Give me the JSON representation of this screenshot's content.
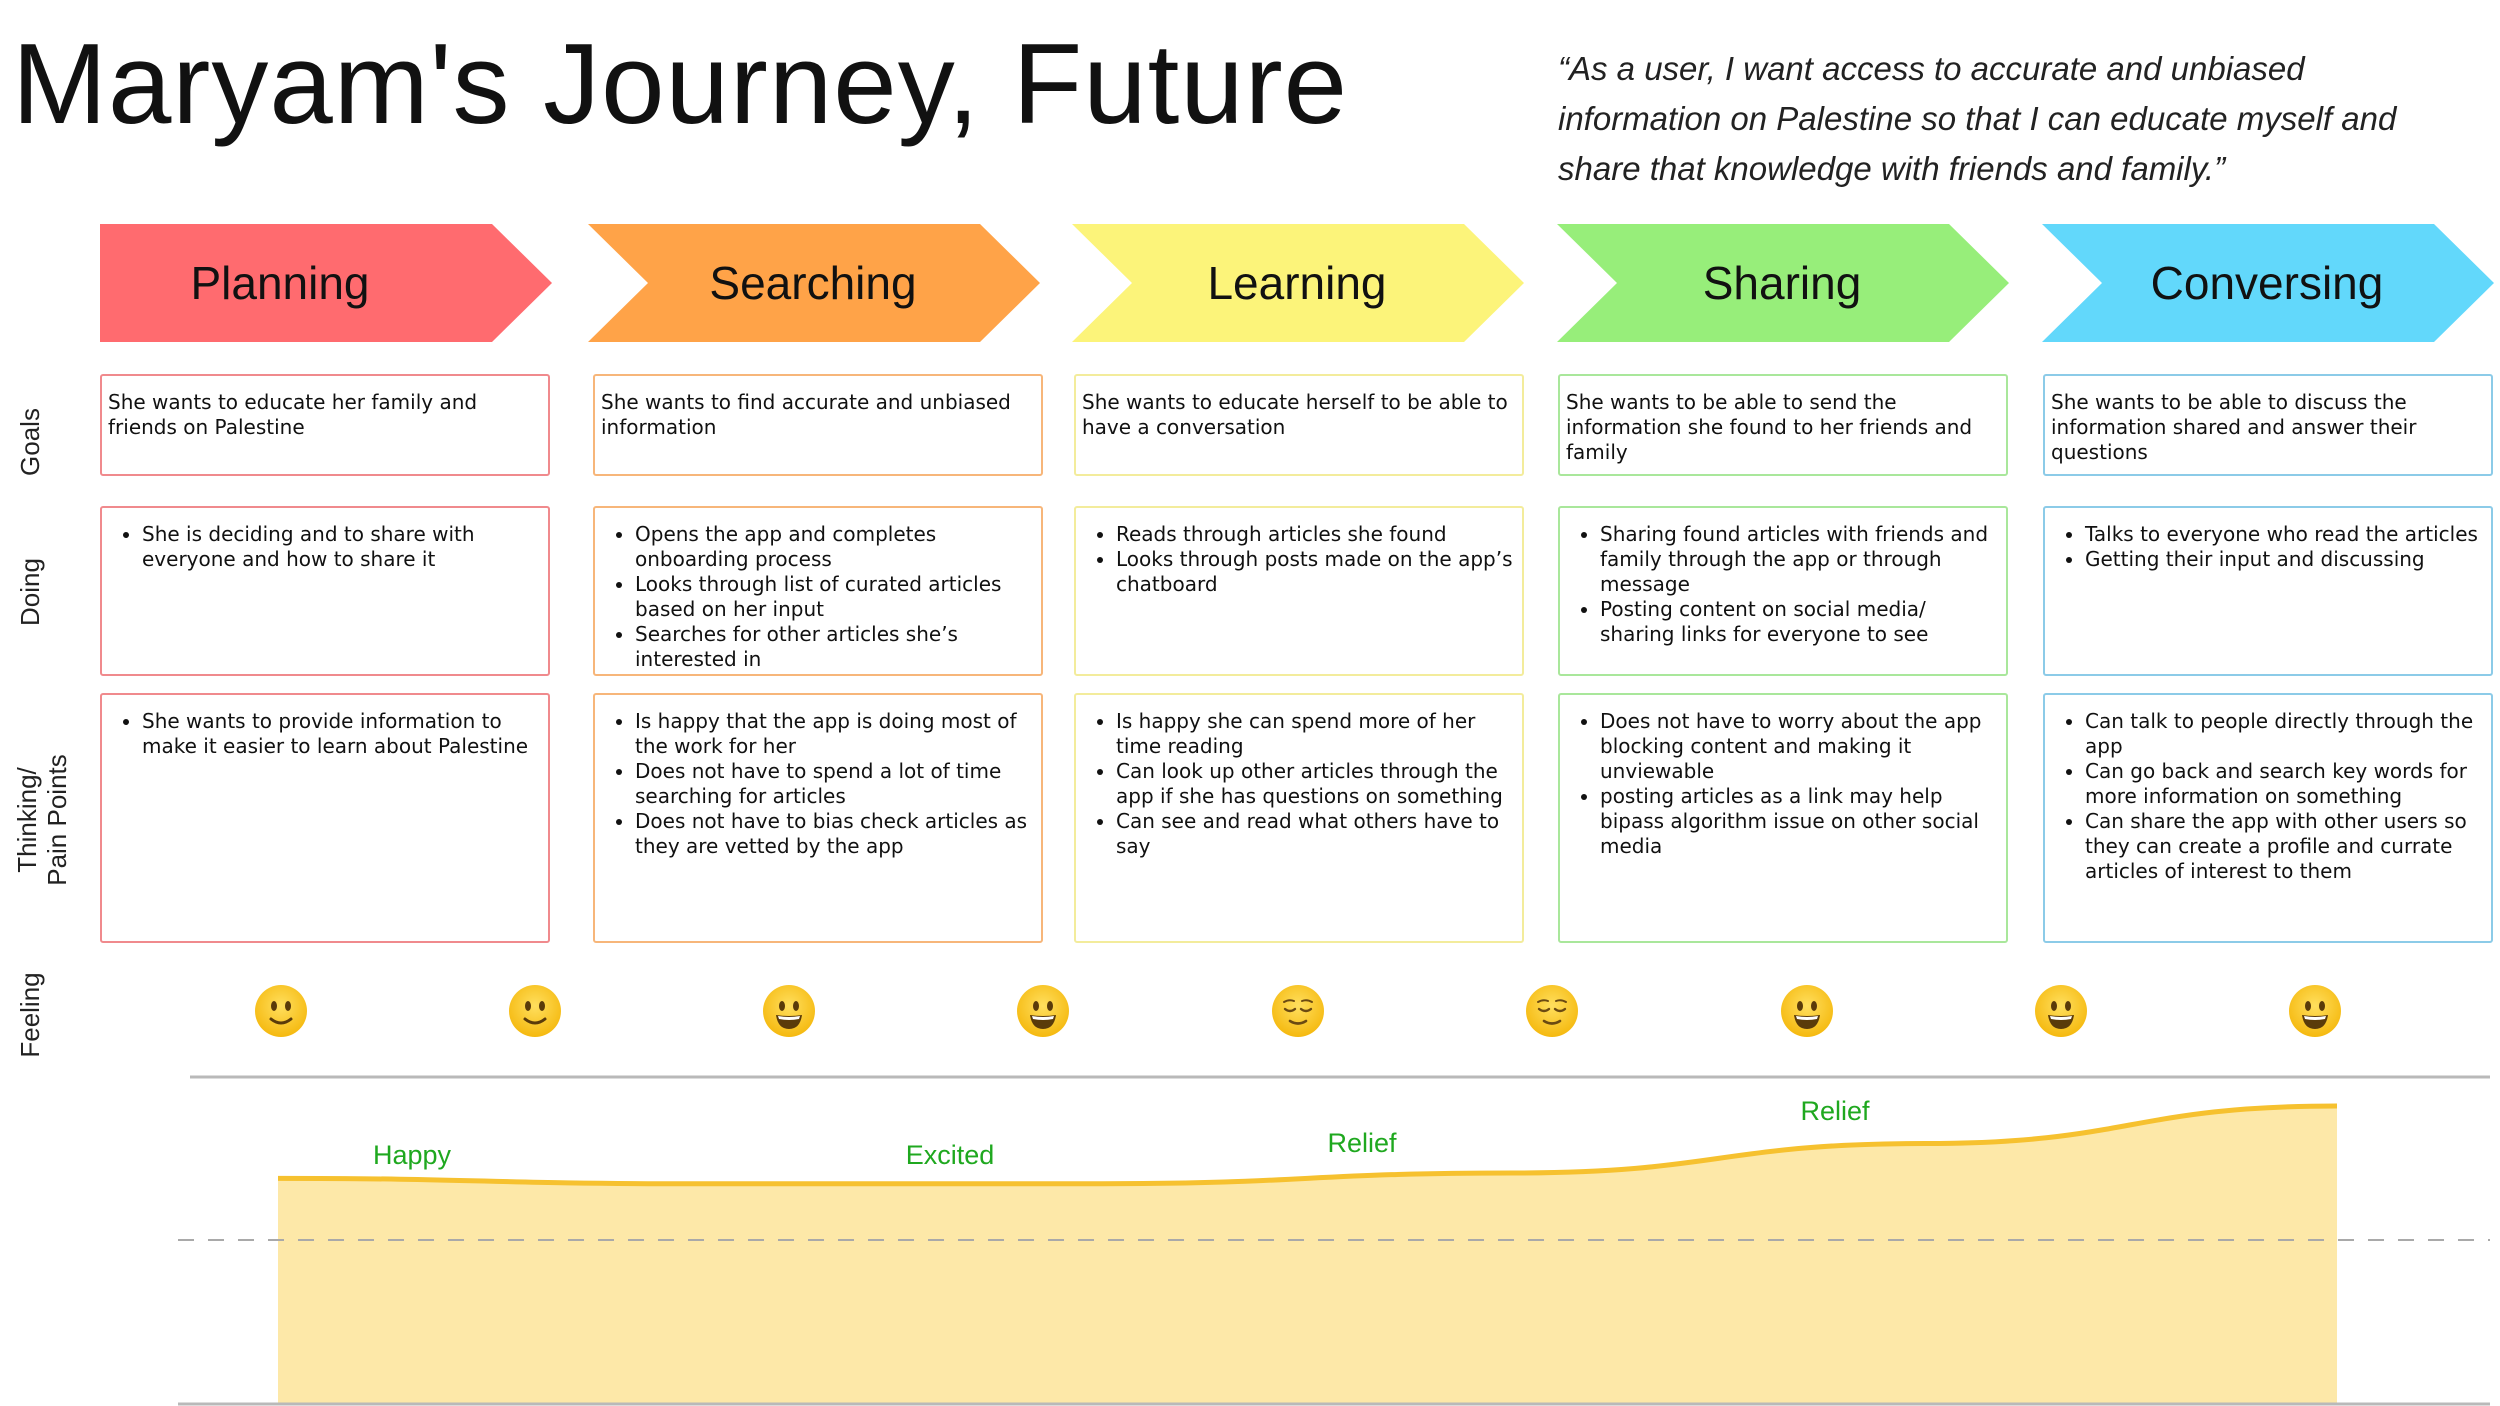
{
  "title": "Maryam's Journey, Future",
  "quote": "“As a user, I want access to accurate and unbiased information on Palestine so that I can educate myself and share that knowledge with friends and family.”",
  "row_labels": {
    "goals": "Goals",
    "doing": "Doing",
    "thinking_line1": "Thinking/",
    "thinking_line2": "Pain Points",
    "feeling": "Feeling"
  },
  "stages": [
    {
      "name": "Planning",
      "color": "#ff6b6f",
      "border": "#f08a8d",
      "goal": "She wants to educate her family and friends on Palestine",
      "doing": [
        "She is deciding and to share with everyone and how to share it"
      ],
      "thinking": [
        "She wants to provide information to make it easier to learn about Palestine"
      ]
    },
    {
      "name": "Searching",
      "color": "#ffa348",
      "border": "#f7b67a",
      "goal": "She wants to find accurate and unbiased information",
      "doing": [
        "Opens the app and completes onboarding process",
        "Looks through list of curated articles based on her input",
        "Searches for other articles she’s interested in"
      ],
      "thinking": [
        "Is happy that the app is doing most of the work for her",
        "Does not have to spend a lot of time searching for articles",
        "Does not have to bias check articles as they are vetted by the app"
      ]
    },
    {
      "name": "Learning",
      "color": "#fcf47a",
      "border": "#f3ec9c",
      "goal": "She wants to educate herself to be able to have a conversation",
      "doing": [
        "Reads through articles she found",
        "Looks through posts made on the app’s chatboard"
      ],
      "thinking": [
        "Is happy she can spend more of her time reading",
        "Can look up other articles through the app if she has questions on something",
        "Can see and read what others have to say"
      ]
    },
    {
      "name": "Sharing",
      "color": "#97ee7a",
      "border": "#a9e79b",
      "goal": "She wants to be able to send the information she found to her friends and family",
      "doing": [
        "Sharing found articles with friends and family through the app or through message",
        "Posting content on social media/ sharing links for everyone to see"
      ],
      "thinking": [
        "Does not have to worry about the app blocking content and making it unviewable",
        "posting articles as a link may help bipass algorithm issue on other social media"
      ]
    },
    {
      "name": "Conversing",
      "color": "#62d8fb",
      "border": "#8ccbe8",
      "goal": "She wants to be able to discuss the information shared and answer their questions",
      "doing": [
        "Talks to everyone who read the articles",
        "Getting their input and discussing"
      ],
      "thinking": [
        "Can talk to people directly through the app",
        "Can go back and search key words for more information on something",
        "Can share the app with other users so they can create a profile and currate articles of interest to them"
      ]
    }
  ],
  "feelings": {
    "emoji_icons": [
      "slight-smile-icon",
      "slight-smile-icon",
      "grin-icon",
      "grin-icon",
      "relieved-icon",
      "relieved-icon",
      "grin-icon",
      "grin-icon",
      "grin-icon"
    ],
    "labels": [
      "Happy",
      "Excited",
      "Relief",
      "Relief"
    ],
    "label_color": "#1fa81f",
    "curve_color": "#f6c12f",
    "fill_color": "#fde8a8"
  },
  "chart_data": {
    "type": "area",
    "series": [
      {
        "values": [
          0.73,
          0.71,
          0.71,
          0.75,
          0.86,
          1.0
        ]
      }
    ],
    "annotations": [
      "Happy",
      "Excited",
      "Relief",
      "Relief"
    ],
    "grid": false
  }
}
